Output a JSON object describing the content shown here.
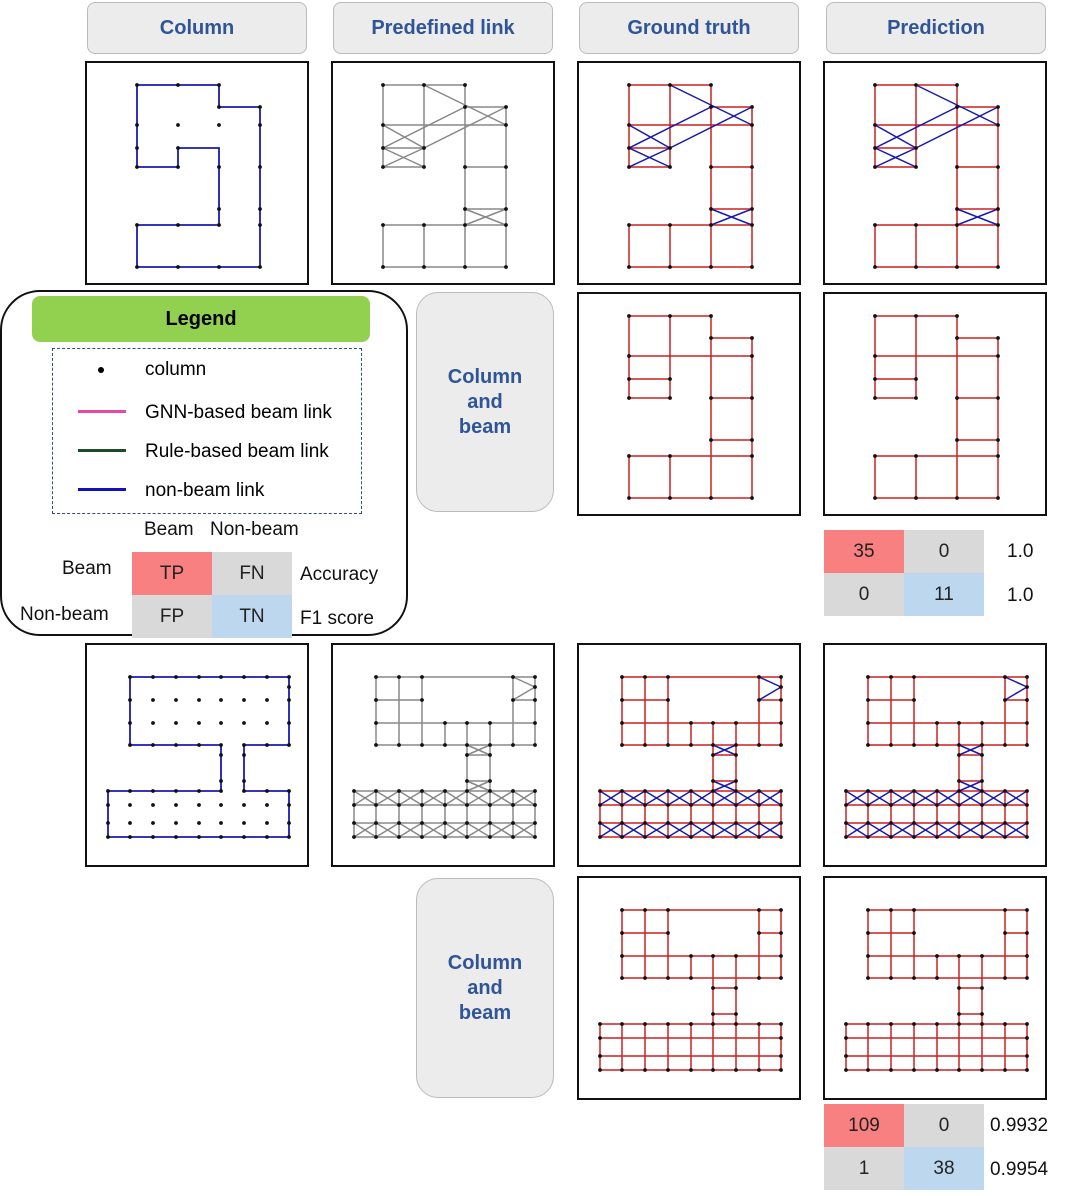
{
  "headers": {
    "column": "Column",
    "predefined": "Predefined link",
    "ground_truth": "Ground truth",
    "prediction": "Prediction"
  },
  "pill": {
    "label_line1": "Column",
    "label_line2": "and",
    "label_line3": "beam"
  },
  "legend": {
    "title": "Legend",
    "items": [
      {
        "label": "column",
        "color": "#000000"
      },
      {
        "label": "GNN-based beam link",
        "color": "#e64aa0"
      },
      {
        "label": "Rule-based beam link",
        "color": "#1d4a2a"
      },
      {
        "label": "non-beam link",
        "color": "#1010c0"
      }
    ],
    "matrix": {
      "col_beam": "Beam",
      "col_nonbeam": "Non-beam",
      "row_beam": "Beam",
      "row_nonbeam": "Non-beam",
      "tp": "TP",
      "fn": "FN",
      "fp": "FP",
      "tn": "TN",
      "metric1": "Accuracy",
      "metric2": "F1 score"
    }
  },
  "results": [
    {
      "tp": "35",
      "fn": "0",
      "fp": "0",
      "tn": "11",
      "accuracy": "1.0",
      "f1": "1.0"
    },
    {
      "tp": "109",
      "fn": "0",
      "fp": "1",
      "tn": "38",
      "accuracy": "0.9932",
      "f1": "0.9954"
    }
  ],
  "colors": {
    "beam": "#cc2020",
    "nonbeam": "#1a1ab0",
    "predefined": "#888888",
    "header_text": "#2f5597",
    "tp": "#f88080",
    "tn": "#bdd7ee",
    "neutral": "#d9d9d9"
  }
}
